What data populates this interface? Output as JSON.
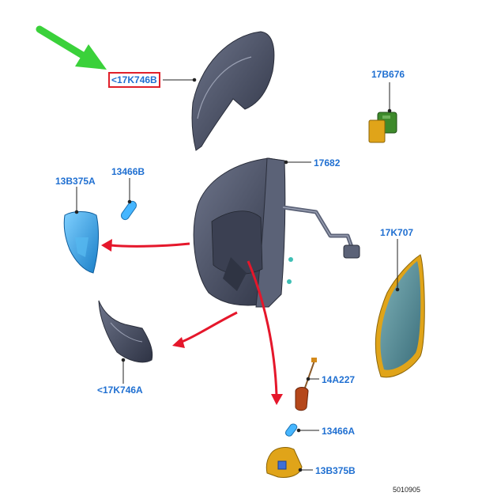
{
  "parts": {
    "cap_top": {
      "label": "<17K746B"
    },
    "glass_housing": {
      "label": "17682"
    },
    "motor": {
      "label": "17B676"
    },
    "turn_lens": {
      "label": "13B375A"
    },
    "turn_bulb": {
      "label": "13466B"
    },
    "glass": {
      "label": "17K707"
    },
    "cap_bottom": {
      "label": "<17K746A"
    },
    "wire": {
      "label": "14A227"
    },
    "puddle_bulb": {
      "label": "13466A"
    },
    "puddle_lamp": {
      "label": "13B375B"
    }
  },
  "document_number": "5010905",
  "colors": {
    "label_blue": "#1f6fd1",
    "highlight_red": "#e0202a",
    "pointer_green": "#3ad13a",
    "arrow_red": "#e5172b",
    "part_dark": "#4d5468",
    "lens_blue": "#2f9fe0",
    "glass_amber": "#e0a419",
    "motor_green": "#3e8a2b"
  }
}
